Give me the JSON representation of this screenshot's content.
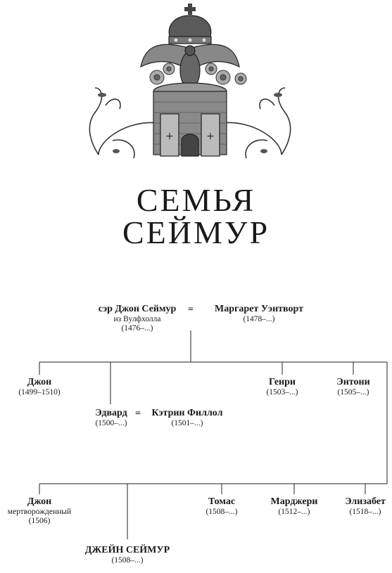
{
  "title_line1": "СЕМЬЯ",
  "title_line2": "СЕЙМУР",
  "marriage_sign": "=",
  "people": {
    "john_sr": {
      "name": "сэр Джон Сеймур",
      "place": "из Вулфхолла",
      "years": "(1476–...)"
    },
    "margaret": {
      "name": "Маргарет Уэнтворт",
      "years": "(1478–...)"
    },
    "john1": {
      "name": "Джон",
      "years": "(1499–1510)"
    },
    "edward": {
      "name": "Эдвард",
      "years": "(1500–...)"
    },
    "katherine": {
      "name": "Кэтрин Филлол",
      "years": "(1501–...)"
    },
    "henry": {
      "name": "Генри",
      "years": "(1503–...)"
    },
    "anthony": {
      "name": "Энтони",
      "years": "(1505–...)"
    },
    "john2": {
      "name": "Джон",
      "note": "мертворожденный",
      "years": "(1506)"
    },
    "jane": {
      "name": "ДЖЕЙН СЕЙМУР",
      "years": "(1508–...)"
    },
    "thomas": {
      "name": "Томас",
      "years": "(1508–...)"
    },
    "margery": {
      "name": "Марджери",
      "years": "(1512–...)"
    },
    "elizabeth": {
      "name": "Элизабет",
      "years": "(1518–...)"
    }
  }
}
